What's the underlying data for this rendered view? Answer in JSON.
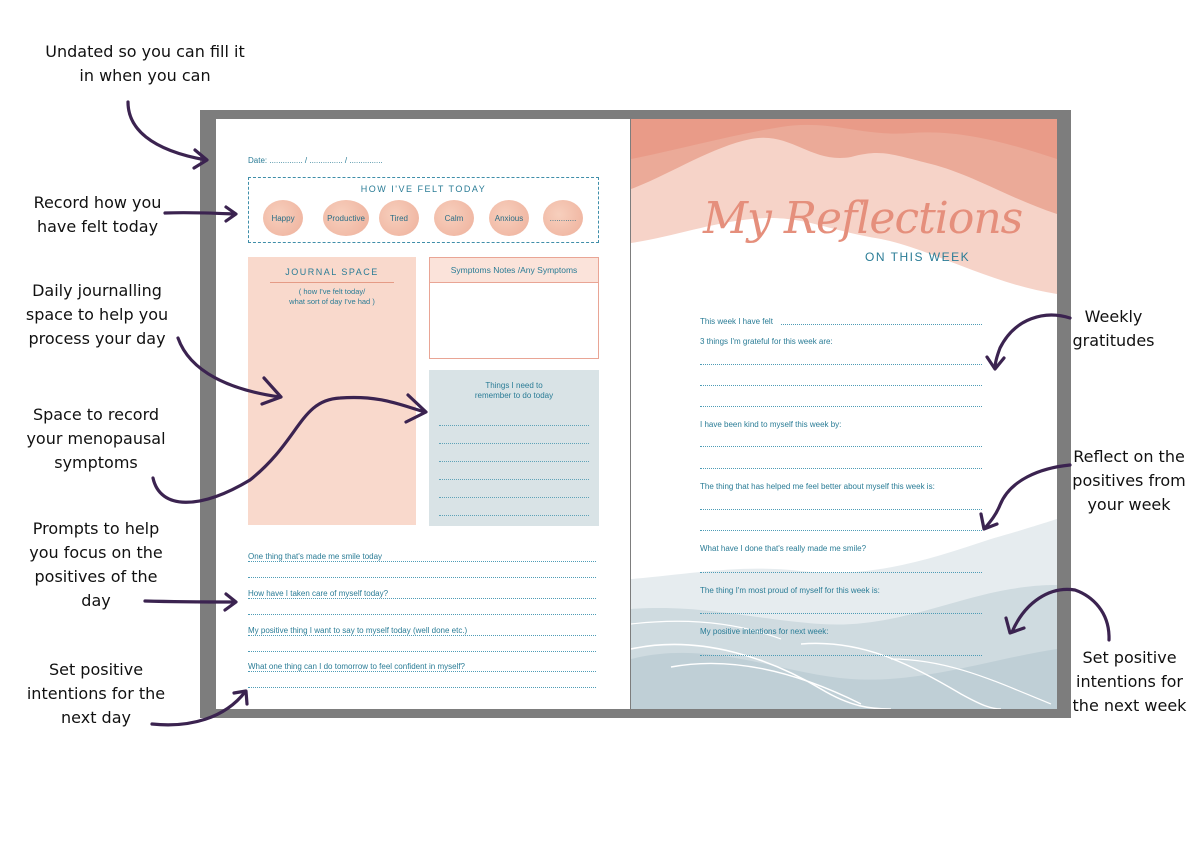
{
  "annotations": {
    "undated": "Undated so you can fill it in when you can",
    "record_felt": "Record how you have felt today",
    "journalling": "Daily journalling space to help you process your day",
    "menopausal": "Space to record your menopausal symptoms",
    "prompts": "Prompts to help you focus on the positives of the day",
    "next_day": "Set positive intentions for the next day",
    "gratitudes": "Weekly gratitudes",
    "reflect": "Reflect on the positives from your week",
    "next_week": "Set positive intentions for the next week"
  },
  "left_page": {
    "date_line": "Date: ............... / ............... / ...............",
    "felt_title": "HOW I'VE FELT TODAY",
    "moods": [
      "Happy",
      "Productive",
      "Tired",
      "Calm",
      "Anxious",
      "............"
    ],
    "journal_title": "JOURNAL SPACE",
    "journal_sub_1": "( how I've felt today/",
    "journal_sub_2": "what sort of day I've had )",
    "symptoms_title": "Symptoms Notes /Any Symptoms",
    "todo_title_1": "Things I need to",
    "todo_title_2": "remember to do today",
    "prompts": [
      "One thing that's made me smile today",
      "How have I taken care of myself today?",
      "My positive thing I want to say to myself today (well done etc.)",
      "What one thing can I do tomorrow to feel confident in myself?"
    ]
  },
  "right_page": {
    "script_title": "My Reflections",
    "subtitle": "ON THIS WEEK",
    "prompts": [
      "This week I have felt",
      "3 things I'm grateful for this week are:",
      "I have been kind to myself this week by:",
      "The thing that has helped me feel better about myself this week is:",
      "What have I done that's really made me smile?",
      "The thing I'm most proud of myself for this week is:",
      "My positive intentions for next week:"
    ]
  },
  "colors": {
    "frame": "#7d7d7d",
    "teal": "#2a7c96",
    "peach": "#f9d9cc",
    "coral": "#e58f7c",
    "slate": "#d9e3e6",
    "arrow": "#3b2350"
  }
}
